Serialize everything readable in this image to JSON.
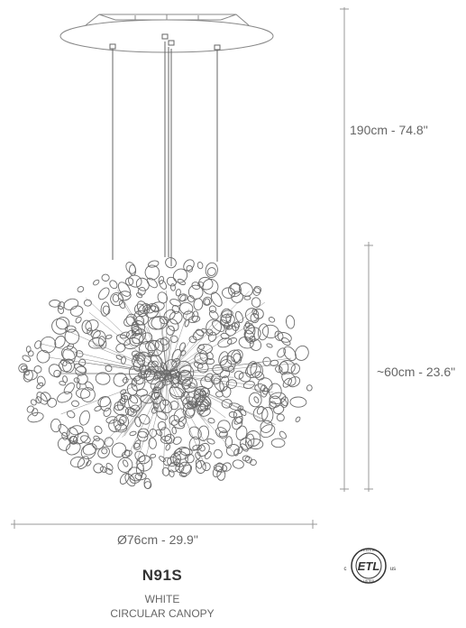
{
  "dimensions": {
    "height_label": "190cm - 74.8\"",
    "body_height_label": "~60cm - 23.6\"",
    "width_label": "Ø76cm - 29.9\""
  },
  "product": {
    "model": "N91S",
    "finish": "WHITE",
    "canopy": "CIRCULAR CANOPY"
  },
  "certification": {
    "c_mark": "c",
    "us_mark": "us",
    "logo_letters": "ETL",
    "ring_text_top": "INTERTEK",
    "ring_text_bottom": "LISTED"
  },
  "colors": {
    "line": "#888888",
    "ink": "#333333"
  }
}
